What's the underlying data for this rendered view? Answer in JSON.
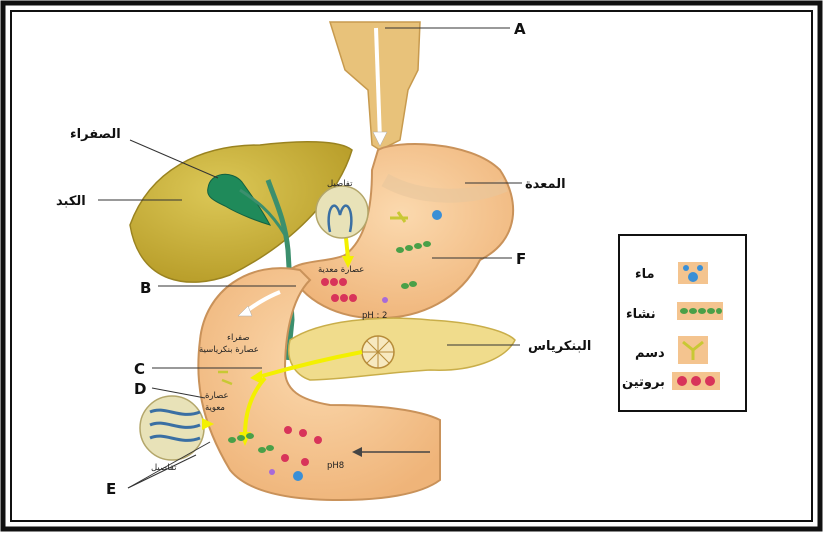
{
  "labels": {
    "A": "A",
    "B": "B",
    "C": "C",
    "D": "D",
    "E": "E",
    "F": "F",
    "bile": "الصفراء",
    "liver": "الكبد",
    "stomach": "المعدة",
    "pancreas": "البنكرياس",
    "villi_top": "تفاصيل",
    "villi_bottom": "تفاصيل",
    "gastric_juice_top": "عصارة معدية",
    "bile_small": "صفراء",
    "pancreatic_juice": "عصارة بنكرياسية",
    "gastric_juice_bottom_1": "عصارة",
    "gastric_juice_bottom_2": "معوية",
    "ph_stomach": "pH : 2",
    "ph_intestine": "pH8"
  },
  "legend": {
    "items": [
      {
        "label": "ماء",
        "icon": "water-molecule-icon"
      },
      {
        "label": "نشاء",
        "icon": "starch-chain-icon"
      },
      {
        "label": "دسم",
        "icon": "fat-molecule-icon"
      },
      {
        "label": "بروتين",
        "icon": "protein-chain-icon"
      }
    ]
  },
  "colors": {
    "liver": "#c9b23a",
    "gallbladder": "#1f8a5a",
    "organ": "#f4c48f",
    "organ_edge": "#d49a5e",
    "pancreas": "#f0dc8c",
    "yellow_flow": "#f3f000",
    "water": "#3a8fd6",
    "starch": "#4aa048",
    "fat": "#c8c834",
    "protein": "#d8345a",
    "frame": "#111111"
  }
}
